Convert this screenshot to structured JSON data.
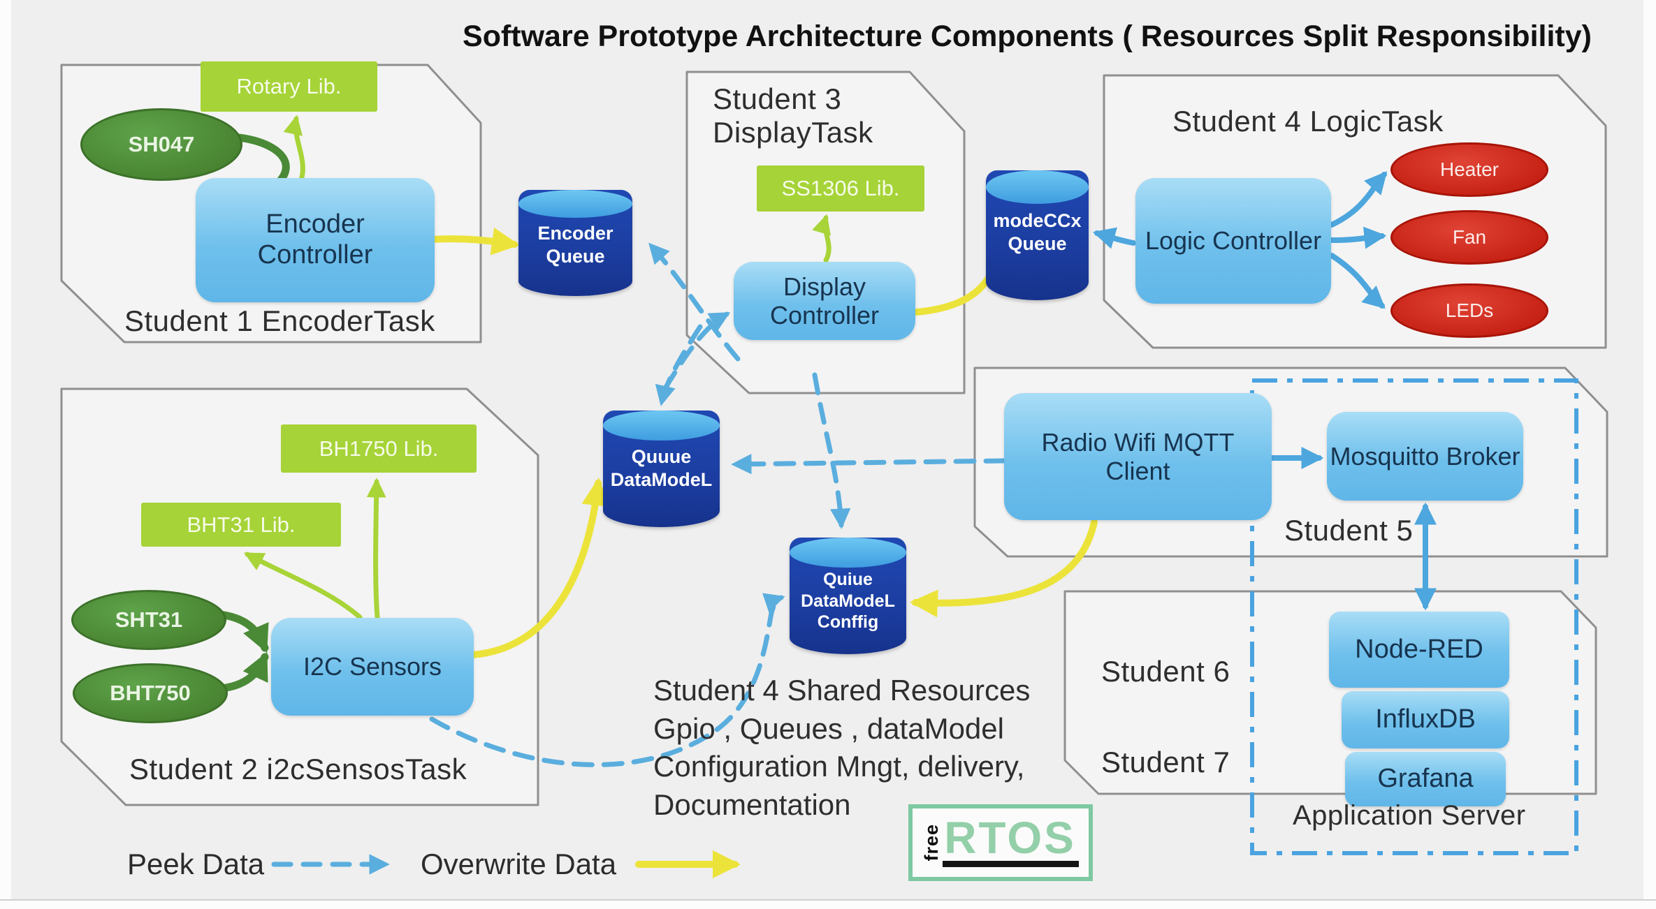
{
  "title": "Software Prototype Architecture Components  ( Resources Split Responsibility)",
  "tasks": {
    "student1": "Student 1  EncoderTask",
    "student2": "Student 2  i2cSensosTask",
    "student3": "Student 3\nDisplayTask",
    "student4": "Student 4  LogicTask",
    "student5": "Student 5",
    "student6": "Student 6",
    "student7": "Student 7",
    "app_server": "Application Server"
  },
  "components": {
    "rotary_lib": "Rotary Lib.",
    "sh047": "SH047",
    "encoder_controller": "Encoder Controller",
    "encoder_queue": "Encoder Queue",
    "ss1306_lib": "SS1306 Lib.",
    "display_controller": "Display Controller",
    "modeccx_queue": "modeCCx Queue",
    "logic_controller": "Logic Controller",
    "heater": "Heater",
    "fan": "Fan",
    "leds": "LEDs",
    "bh1750_lib": "BH1750 Lib.",
    "bht31_lib": "BHT31 Lib.",
    "sht31": "SHT31",
    "bht750": "BHT750",
    "i2c_sensors": "I2C Sensors",
    "queue_datamodel": "Quuue DataModeL",
    "queue_datamodel_config": "Quiue DataModeL Conffig",
    "radio_wifi_client": "Radio Wifi MQTT Client",
    "mosquitto_broker": "Mosquitto Broker",
    "node_red": "Node-RED",
    "influxdb": "InfluxDB",
    "grafana": "Grafana"
  },
  "shared_note": "Student 4  Shared Resources\nGpio , Queues , dataModel\nConfiguration Mngt, delivery,\nDocumentation",
  "legend": {
    "peek": "Peek Data",
    "overwrite": "Overwrite Data"
  },
  "logo": {
    "free": "free",
    "rtos": "RTOS"
  },
  "colors": {
    "peek_arrow": "#5aaede",
    "overwrite_arrow": "#ece33a",
    "solid_link_arrow": "#4da6dd",
    "sensor_arrow": "#4a8a36",
    "library_arrow": "#a8d438",
    "queue_fill": "#1d41a6",
    "queue_top_fill": "#4aa8e8",
    "component_fill": "#7cc7ee",
    "library_fill": "#a6d337",
    "sensor_fill": "#4e8f3a",
    "actuator_fill": "#d32f23",
    "region_border": "#8f8f8f",
    "app_server_border": "#4aa3e0",
    "freertos_green": "#93cfa9"
  }
}
